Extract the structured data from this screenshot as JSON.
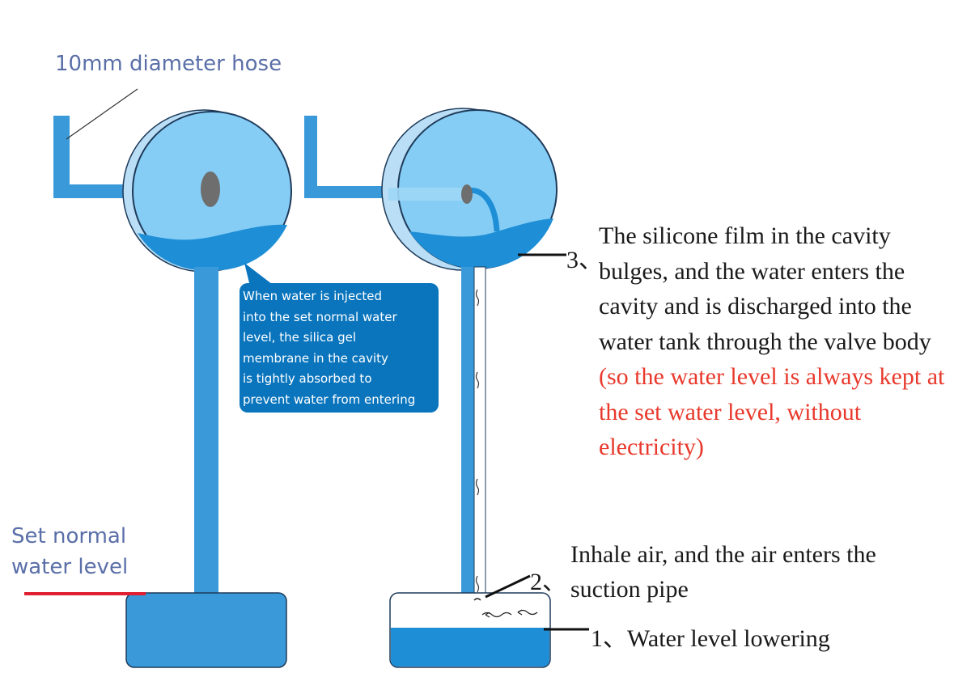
{
  "labels": {
    "hose": "10mm diameter hose",
    "set_level_line1": "Set normal",
    "set_level_line2": "water level"
  },
  "callout_left": {
    "lines": [
      "When water is injected",
      " into the set normal water",
      " level, the silica gel",
      " membrane in the cavity",
      " is tightly absorbed to",
      " prevent water from entering"
    ]
  },
  "step3": {
    "number": "3、",
    "text_black": "The silicone film in the cavity bulges, and the water enters the cavity and is discharged into the water tank through the valve body ",
    "text_red": "(so the water level is always kept at the set water level, without electricity)"
  },
  "step2": {
    "number": "2、",
    "text": "Inhale air, and the air enters the suction pipe"
  },
  "step1": {
    "text": "1、Water level lowering"
  },
  "colors": {
    "pipe_blue": "#3a9ad9",
    "light_blue": "#86cdf5",
    "water_blue": "#1e8fd6",
    "callout_blue": "#0a75bd",
    "label_blue": "#5a6fa8",
    "highlight_red": "#e8392c",
    "level_line_red": "#e02030"
  }
}
